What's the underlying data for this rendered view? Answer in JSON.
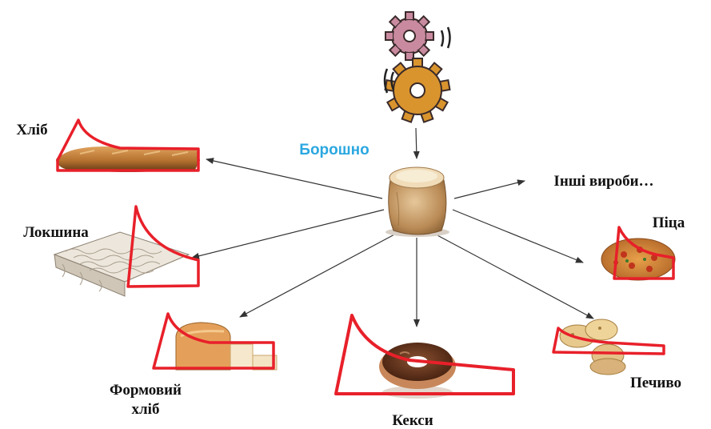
{
  "center": {
    "label": "Борошно",
    "icon": "flour-sack-icon"
  },
  "top_icon": "gears-icon",
  "products": [
    {
      "id": "bread",
      "label": "Хліб",
      "icon": "baguette-icon"
    },
    {
      "id": "noodles",
      "label": "Локшина",
      "icon": "noodles-icon"
    },
    {
      "id": "tin-bread",
      "label": "Формовий хліб",
      "icon": "tin-loaf-icon"
    },
    {
      "id": "cakes",
      "label": "Кекси",
      "icon": "donut-icon"
    },
    {
      "id": "cookies",
      "label": "Печиво",
      "icon": "cookies-icon"
    },
    {
      "id": "pizza",
      "label": "Піца",
      "icon": "pizza-icon"
    },
    {
      "id": "other",
      "label": "Інші вироби…"
    }
  ],
  "colors": {
    "center_label": "#2aa7e0",
    "highlight_outline": "#e8202a",
    "arrow": "#333333",
    "gear_pink": "#c98aa0",
    "gear_orange": "#d9942e"
  }
}
